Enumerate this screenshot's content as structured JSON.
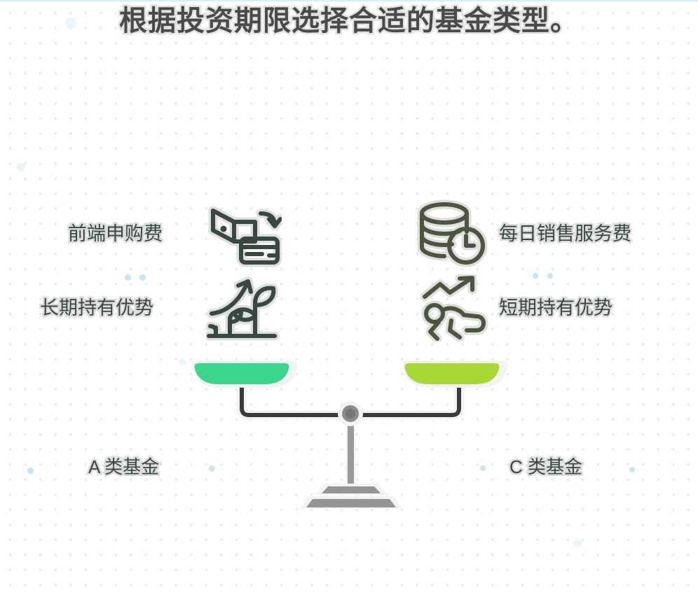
{
  "page": {
    "title": "根据投资期限选择合适的基金类型。",
    "background_color": "#ffffff",
    "dot_grid_color": "#e9e9e9",
    "accent_dot_color": "#c6e6f5",
    "top_rule_color": "#d6effa"
  },
  "left_side": {
    "pan_label": "A 类基金",
    "pan_color": "#3cd68a",
    "rows": [
      {
        "label": "前端申购费",
        "icon": "wallet-card-icon"
      },
      {
        "label": "长期持有优势",
        "icon": "plant-growth-icon"
      }
    ]
  },
  "right_side": {
    "pan_label": "C 类基金",
    "pan_color": "#a8d836",
    "rows": [
      {
        "label": "每日销售服务费",
        "icon": "coins-clock-icon"
      },
      {
        "label": "短期持有优势",
        "icon": "runner-trend-icon"
      }
    ]
  },
  "scale": {
    "beam_color": "#3a3a3a",
    "pivot_color": "#8c8c8c",
    "stand_color": "#9a9a9a",
    "outline_color": "#f1f1f1"
  },
  "icon_colors": {
    "stroke": "#39493f",
    "halo": "#dedede",
    "highlight": "#cfe8ef"
  }
}
